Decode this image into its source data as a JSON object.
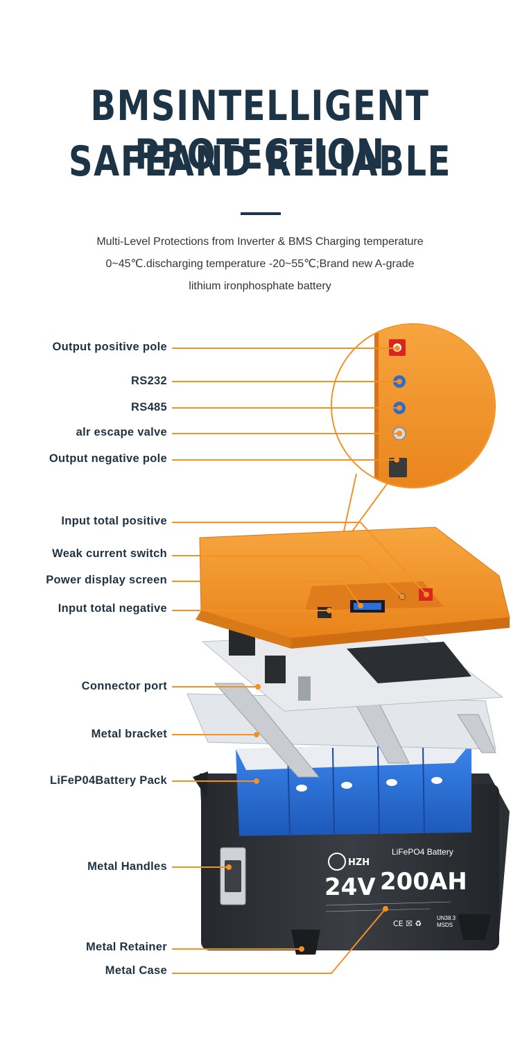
{
  "heading": {
    "line1": "BMSINTELLIGENT PROTECTION",
    "line2": "SAFEAND RELIABLE"
  },
  "description": {
    "line1": "Multi-Level Protections from Inverter & BMS Charging temperature",
    "line2": "0~45℃.discharging temperature -20~55℃;Brand new A-grade",
    "line3": "lithium ironphosphate battery"
  },
  "callouts": {
    "output_positive_pole": "Output positive pole",
    "rs232": "RS232",
    "rs485": "RS485",
    "air_escape_valve": "alr escape valve",
    "output_negative_pole": "Output negative pole",
    "input_total_positive": "Input total positive",
    "weak_current_switch": "Weak current switch",
    "power_display_screen": "Power display screen",
    "input_total_negative": "Input total negative",
    "connector_port": "Connector port",
    "metal_bracket": "Metal bracket",
    "battery_pack": "LiFeP04Battery Pack",
    "metal_handles": "Metal Handles",
    "metal_retainer": "Metal Retainer",
    "metal_case": "Metal Case"
  },
  "battery_label": {
    "brand": "HZH",
    "product": "LiFePO4 Battery",
    "voltage": "24V",
    "capacity": "200AH",
    "certification": "UN38.3",
    "msds": "MSDS"
  },
  "colors": {
    "heading": "#1c3446",
    "accent_orange": "#f39223",
    "battery_blue": "#2a6fd6",
    "case_dark": "#2b2e33"
  }
}
